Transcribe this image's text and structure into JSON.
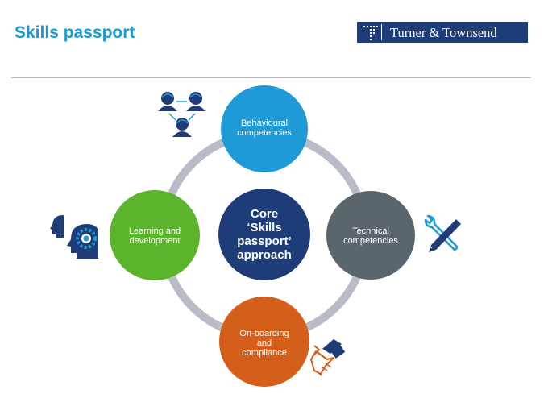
{
  "header": {
    "title": "Skills passport",
    "logo_text": "Turner & Townsend"
  },
  "diagram": {
    "core": {
      "line1": "Core",
      "line2": "‘Skills",
      "line3": "passport’",
      "line4": "approach",
      "color": "#1e3d78"
    },
    "nodes": {
      "top": {
        "line1": "Behavioural",
        "line2": "competencies",
        "color": "#1e9ad6"
      },
      "right": {
        "line1": "Technical",
        "line2": "competencies",
        "color": "#5b656c"
      },
      "bottom": {
        "line1": "On-boarding",
        "line2": "and",
        "line3": "compliance",
        "color": "#d45f1b"
      },
      "left": {
        "line1": "Learning and",
        "line2": "development",
        "color": "#5bb42c"
      }
    },
    "ring_color": "#b9bcc6"
  },
  "icons": {
    "top": "team-network-icon",
    "right": "wrench-pencil-icon",
    "bottom": "handshake-icon",
    "left": "head-gear-icon"
  }
}
